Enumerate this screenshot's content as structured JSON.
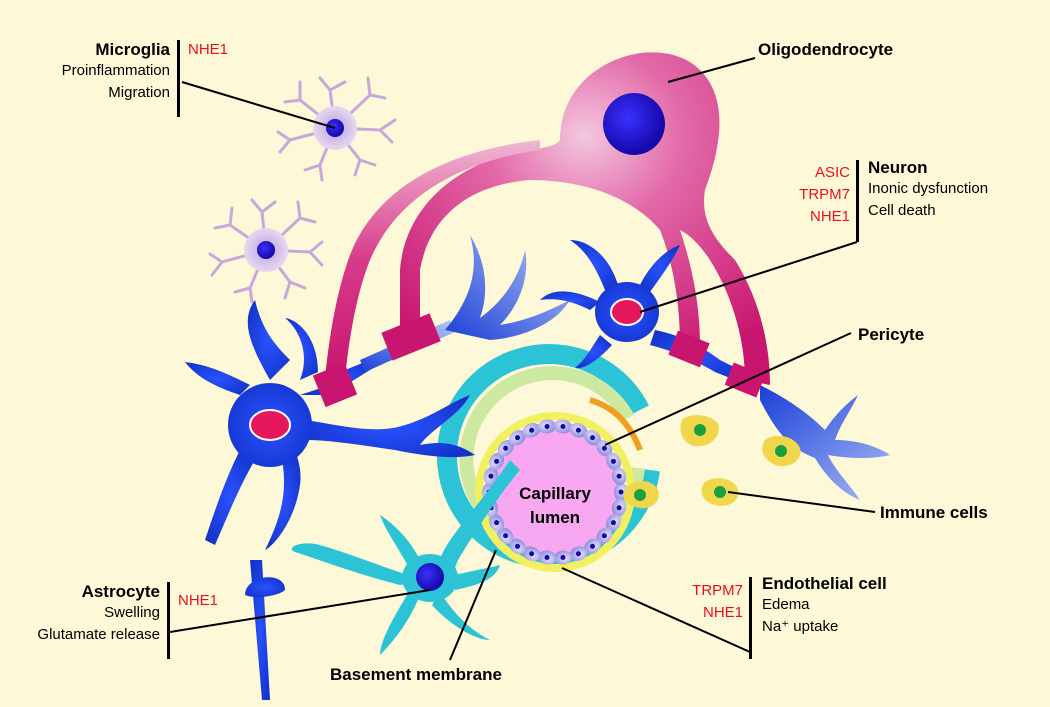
{
  "colors": {
    "background": "#fdf8d8",
    "oligodendrocyte": "#d01a78",
    "neuron": "#1a3fd8",
    "astrocyte": "#2cc3d6",
    "microglia": "#c8a8d8",
    "lumen": "#f7a8f0",
    "immune": "#f0d64a",
    "red_text": "#e8101a"
  },
  "labels": {
    "microglia": {
      "title": "Microglia",
      "channels": [
        "NHE1"
      ],
      "effects": [
        "Proinflammation",
        "Migration"
      ]
    },
    "oligodendrocyte": {
      "title": "Oligodendrocyte"
    },
    "neuron": {
      "title": "Neuron",
      "channels": [
        "ASIC",
        "TRPM7",
        "NHE1"
      ],
      "effects": [
        "Inonic dysfunction",
        "Cell death"
      ]
    },
    "pericyte": {
      "title": "Pericyte"
    },
    "capillary": {
      "line1": "Capillary",
      "line2": "lumen"
    },
    "immune": {
      "title": "Immune cells"
    },
    "astrocyte": {
      "title": "Astrocyte",
      "channels": [
        "NHE1"
      ],
      "effects": [
        "Swelling",
        "Glutamate release"
      ]
    },
    "endothelial": {
      "title": "Endothelial cell",
      "channels": [
        "TRPM7",
        "NHE1"
      ],
      "effects": [
        "Edema",
        "Na⁺ uptake"
      ]
    },
    "basement": {
      "title": "Basement membrane"
    }
  }
}
